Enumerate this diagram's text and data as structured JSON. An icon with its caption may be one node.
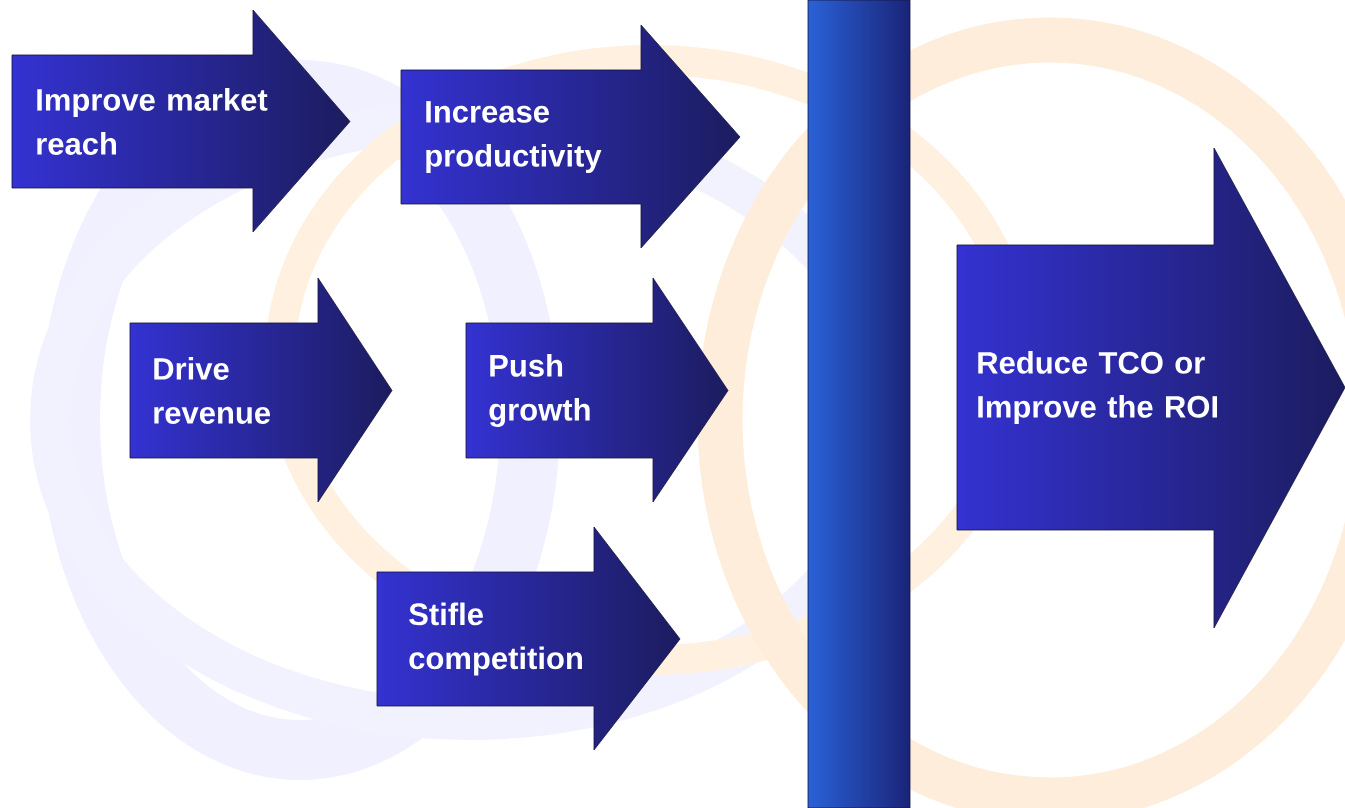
{
  "diagram": {
    "nodes": [
      {
        "text": [
          "Improve market reach"
        ]
      },
      {
        "text": [
          "Increase productivity"
        ]
      },
      {
        "text": [
          "Drive revenue"
        ]
      },
      {
        "text": [
          "Push growth"
        ]
      },
      {
        "text": [
          "Stifle competition"
        ]
      },
      {
        "text": [],
        "shape": "bar"
      },
      {
        "text": [
          "Reduce TCO or Improve the ROI"
        ]
      }
    ]
  }
}
